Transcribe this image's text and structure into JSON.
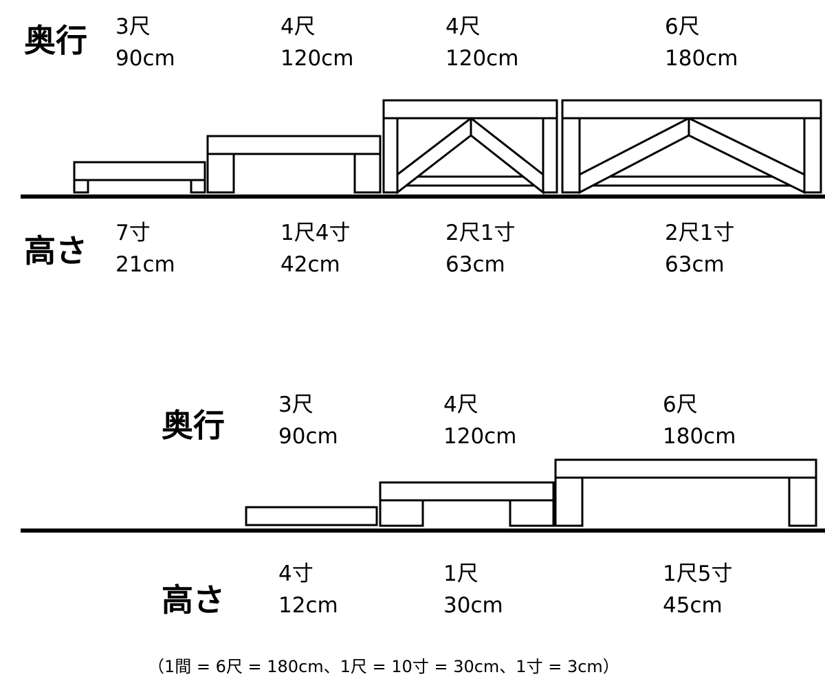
{
  "top": {
    "depth_heading": "奥行",
    "height_heading": "高さ",
    "depths": [
      {
        "shaku": "3尺",
        "cm": "90cm"
      },
      {
        "shaku": "4尺",
        "cm": "120cm"
      },
      {
        "shaku": "4尺",
        "cm": "120cm"
      },
      {
        "shaku": "6尺",
        "cm": "180cm"
      }
    ],
    "heights": [
      {
        "shaku": "7寸",
        "cm": "21cm"
      },
      {
        "shaku": "1尺4寸",
        "cm": "42cm"
      },
      {
        "shaku": "2尺1寸",
        "cm": "63cm"
      },
      {
        "shaku": "2尺1寸",
        "cm": "63cm"
      }
    ]
  },
  "bottom": {
    "depth_heading": "奥行",
    "height_heading": "高さ",
    "depths": [
      {
        "shaku": "3尺",
        "cm": "90cm"
      },
      {
        "shaku": "4尺",
        "cm": "120cm"
      },
      {
        "shaku": "6尺",
        "cm": "180cm"
      }
    ],
    "heights": [
      {
        "shaku": "4寸",
        "cm": "12cm"
      },
      {
        "shaku": "1尺",
        "cm": "30cm"
      },
      {
        "shaku": "1尺5寸",
        "cm": "45cm"
      }
    ]
  },
  "note": "（1間 = 6尺 = 180cm、1尺 = 10寸 = 30cm、1寸 = 3cm）"
}
